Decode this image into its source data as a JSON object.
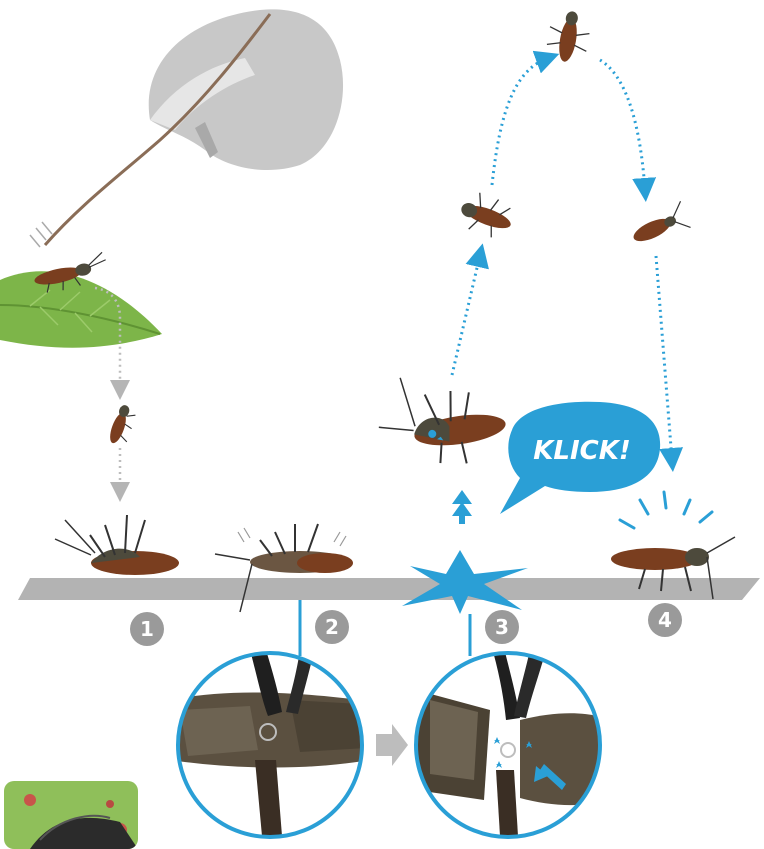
{
  "steps": [
    {
      "number": "1"
    },
    {
      "number": "2"
    },
    {
      "number": "3"
    },
    {
      "number": "4"
    }
  ],
  "speech_bubble": {
    "text": "KLICK!"
  },
  "colors": {
    "ground": "#b3b3b3",
    "badge": "#9a9a9a",
    "accent": "#2a9fd6",
    "hand": "#c8c8c8",
    "leaf": "#7db549",
    "beetle_body": "#7a3e1f",
    "beetle_thorax": "#4d4a3c",
    "detail_shell": "#5b5040",
    "arrow_grey": "#bdbdbd"
  }
}
